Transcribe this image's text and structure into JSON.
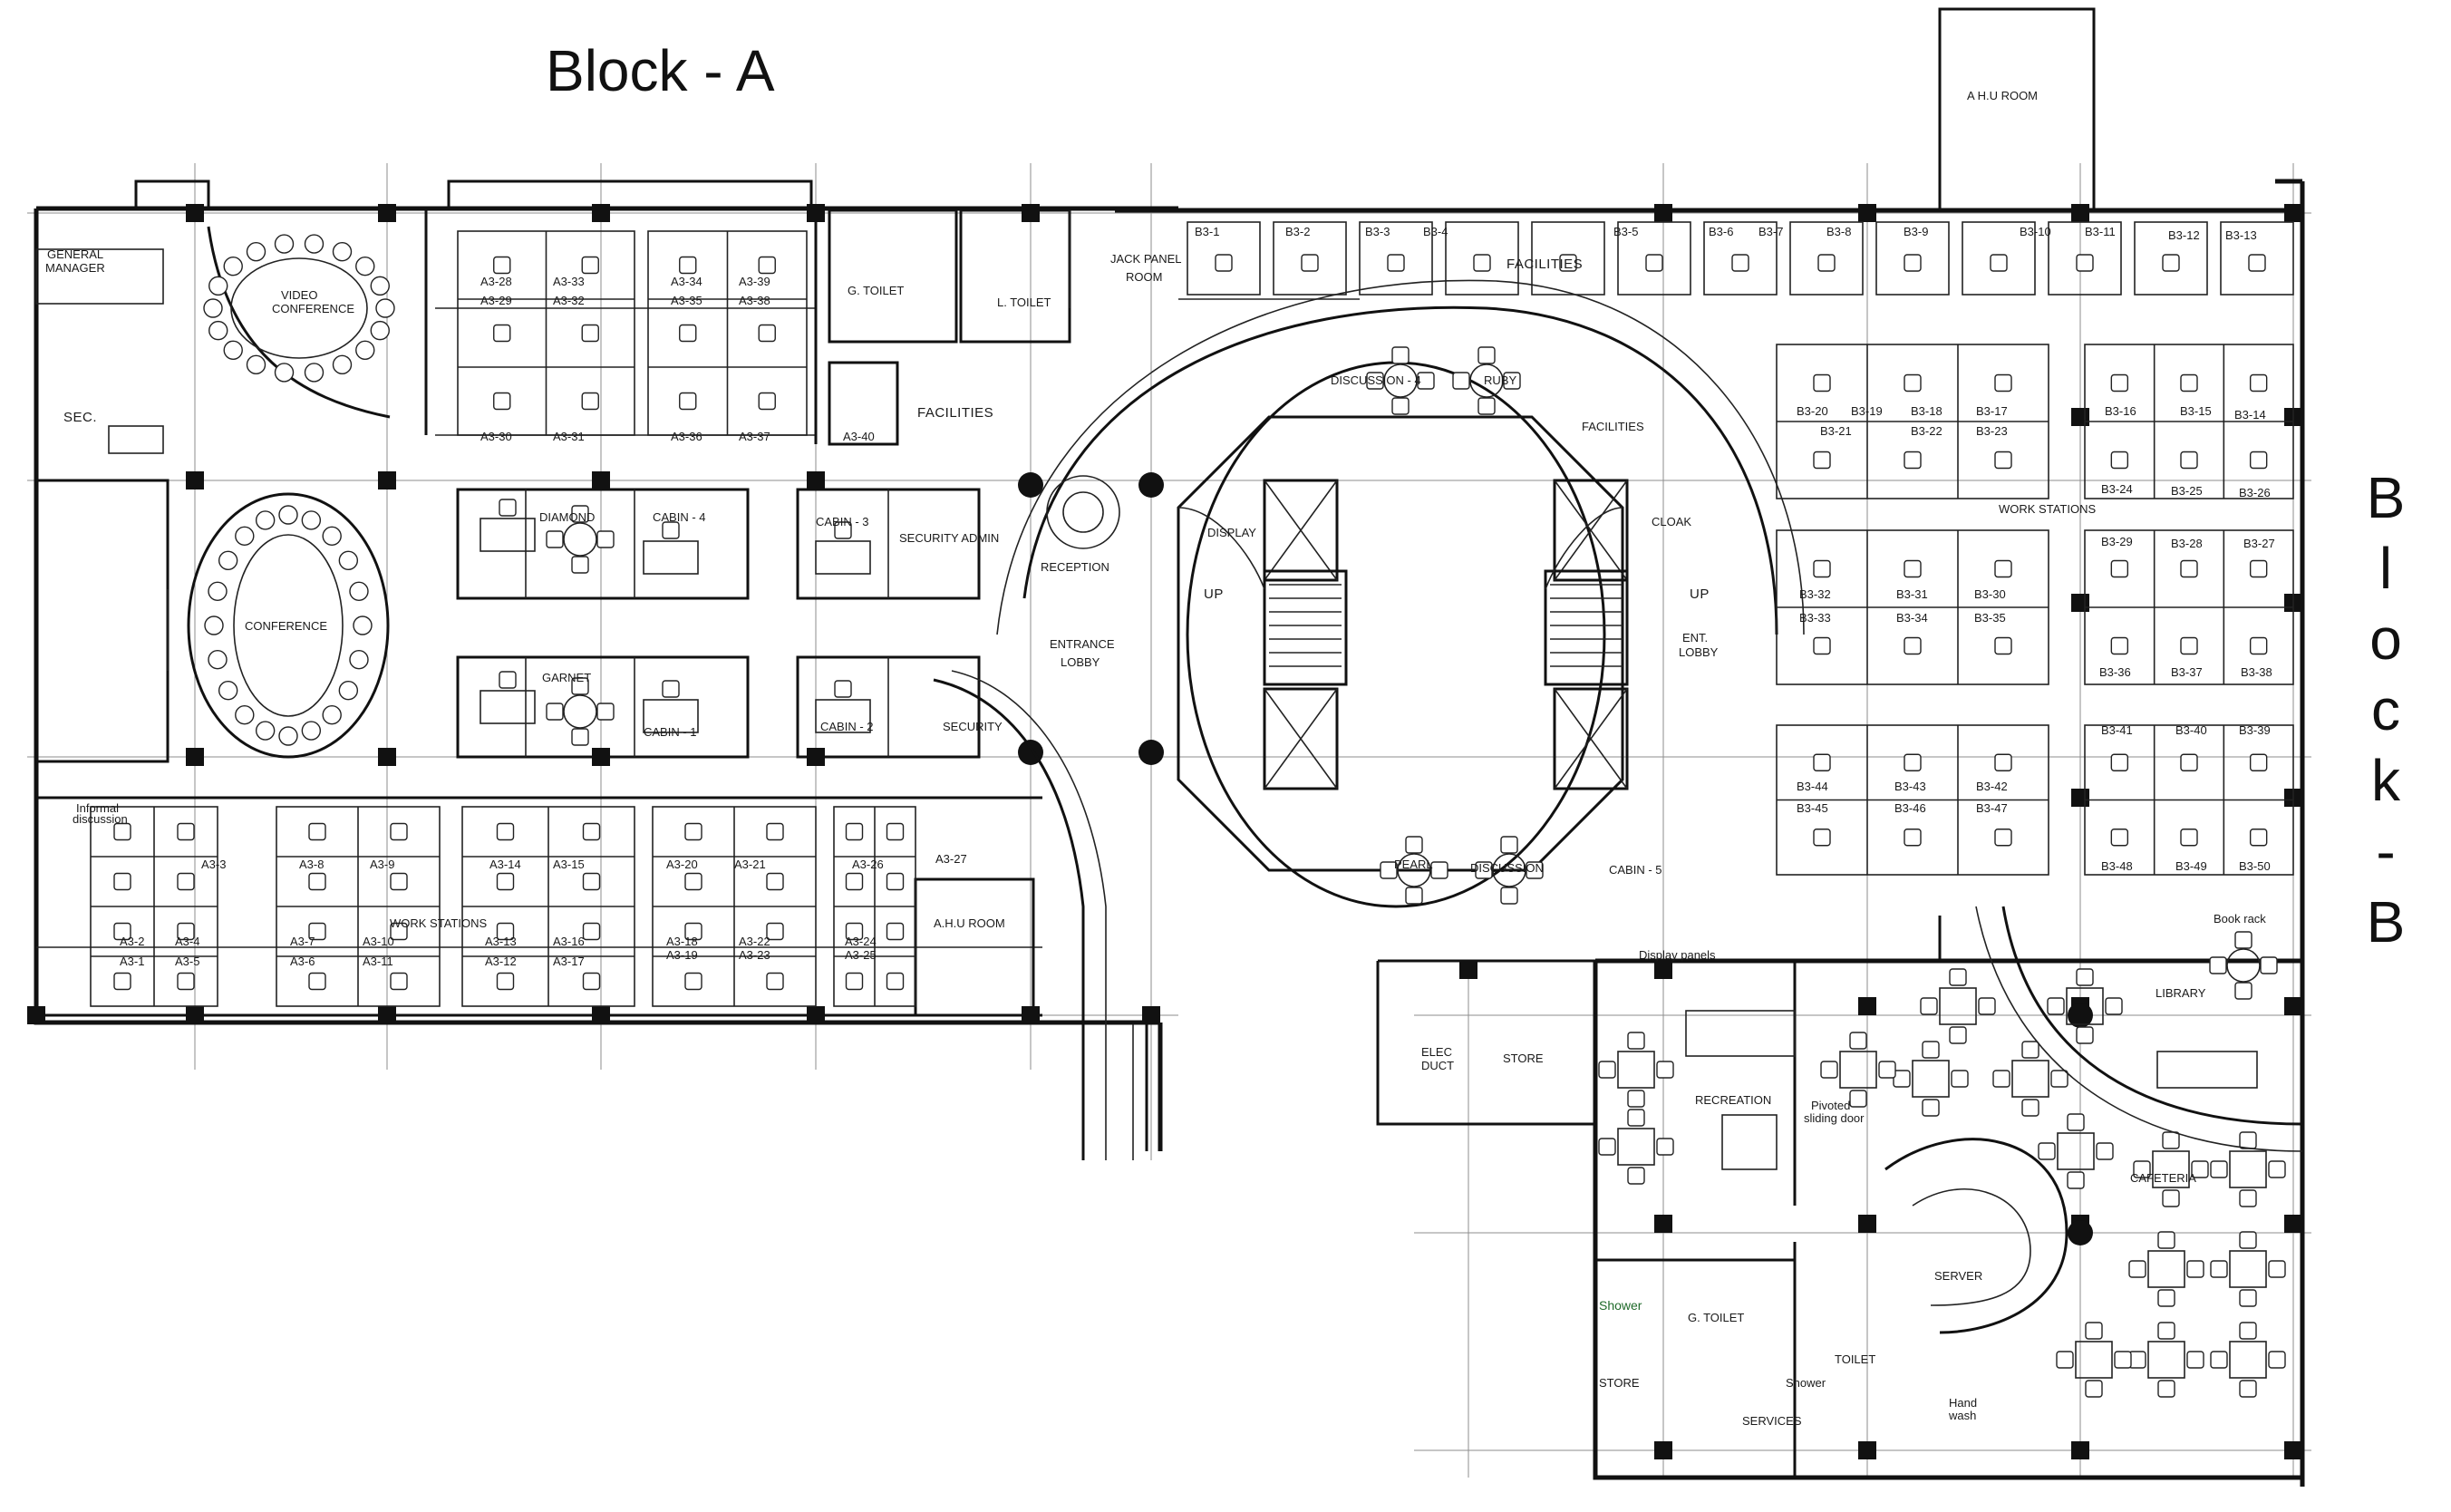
{
  "headings": {
    "block_a": "Block - A",
    "block_b": [
      "B",
      "l",
      "o",
      "c",
      "k",
      "-",
      "B"
    ]
  },
  "rooms": {
    "general_manager": [
      "GENERAL",
      "MANAGER"
    ],
    "video_conference": [
      "VIDEO",
      "CONFERENCE"
    ],
    "sec": "SEC.",
    "conference": "CONFERENCE",
    "diamond": "DIAMOND",
    "cabin_4": "CABIN - 4",
    "cabin_3": "CABIN - 3",
    "security_admin": "SECURITY ADMIN",
    "garnet": "GARNET",
    "cabin_1": "CABIN - 1",
    "cabin_2": "CABIN - 2",
    "security": "SECURITY",
    "g_toilet": "G. TOILET",
    "l_toilet": "L. TOILET",
    "jack_panel_room": [
      "JACK PANEL",
      "ROOM"
    ],
    "facilities_1": "FACILITIES",
    "facilities_2": "FACILITIES",
    "facilities_3": "FACILITIES",
    "reception": "RECEPTION",
    "entrance_lobby": [
      "ENTRANCE",
      "LOBBY"
    ],
    "discussion_4": "DISCUSSION - 4",
    "ruby": "RUBY",
    "display": "DISPLAY",
    "cloak": "CLOAK",
    "up_1": "UP",
    "up_2": "UP",
    "ent_lobby": [
      "ENT.",
      "LOBBY"
    ],
    "pearl": "PEARL",
    "discussion": "DISCUSSION",
    "cabin_5": "CABIN - 5",
    "ahu_room_top": "A  H.U  ROOM",
    "ahu_room": "A.H.U ROOM",
    "work_stations_a": "WORK STATIONS",
    "work_stations_b": "WORK STATIONS",
    "informal_discussion": [
      "Informal",
      "discussion"
    ],
    "display_panels": "Display panels",
    "elec_duct": [
      "ELEC",
      "DUCT"
    ],
    "store_1": "STORE",
    "store_2": "STORE",
    "recreation": "RECREATION",
    "pivoted_sliding_door": [
      "Pivoted",
      "sliding door"
    ],
    "library": "LIBRARY",
    "book_rack": "Book rack",
    "cafeteria": "CAFETERIA",
    "server": "SERVER",
    "g_toilet_2": "G. TOILET",
    "toilet": "TOILET",
    "shower_1": "Shower",
    "shower_2": "Shower",
    "services": "SERVICES",
    "hand_wash": [
      "Hand",
      "wash"
    ]
  },
  "workstations_a": [
    "A3-28",
    "A3-33",
    "A3-29",
    "A3-32",
    "A3-30",
    "A3-31",
    "A3-34",
    "A3-39",
    "A3-35",
    "A3-38",
    "A3-36",
    "A3-37",
    "A3-40",
    "A3-3",
    "A3-8",
    "A3-9",
    "A3-14",
    "A3-15",
    "A3-20",
    "A3-21",
    "A3-26",
    "A3-27",
    "A3-2",
    "A3-4",
    "A3-1",
    "A3-5",
    "A3-7",
    "A3-6",
    "A3-10",
    "A3-11",
    "A3-13",
    "A3-12",
    "A3-16",
    "A3-17",
    "A3-18",
    "A3-19",
    "A3-22",
    "A3-23",
    "A3-24",
    "A3-25"
  ],
  "workstations_b": [
    "B3-1",
    "B3-2",
    "B3-3",
    "B3-4",
    "B3-5",
    "B3-6",
    "B3-7",
    "B3-8",
    "B3-9",
    "B3-10",
    "B3-11",
    "B3-12",
    "B3-13",
    "B3-20",
    "B3-19",
    "B3-21",
    "B3-18",
    "B3-17",
    "B3-22",
    "B3-23",
    "B3-16",
    "B3-15",
    "B3-14",
    "B3-24",
    "B3-25",
    "B3-26",
    "B3-32",
    "B3-31",
    "B3-30",
    "B3-33",
    "B3-34",
    "B3-35",
    "B3-29",
    "B3-28",
    "B3-27",
    "B3-36",
    "B3-37",
    "B3-38",
    "B3-44",
    "B3-43",
    "B3-42",
    "B3-45",
    "B3-46",
    "B3-47",
    "B3-41",
    "B3-40",
    "B3-39",
    "B3-48",
    "B3-49",
    "B3-50"
  ]
}
